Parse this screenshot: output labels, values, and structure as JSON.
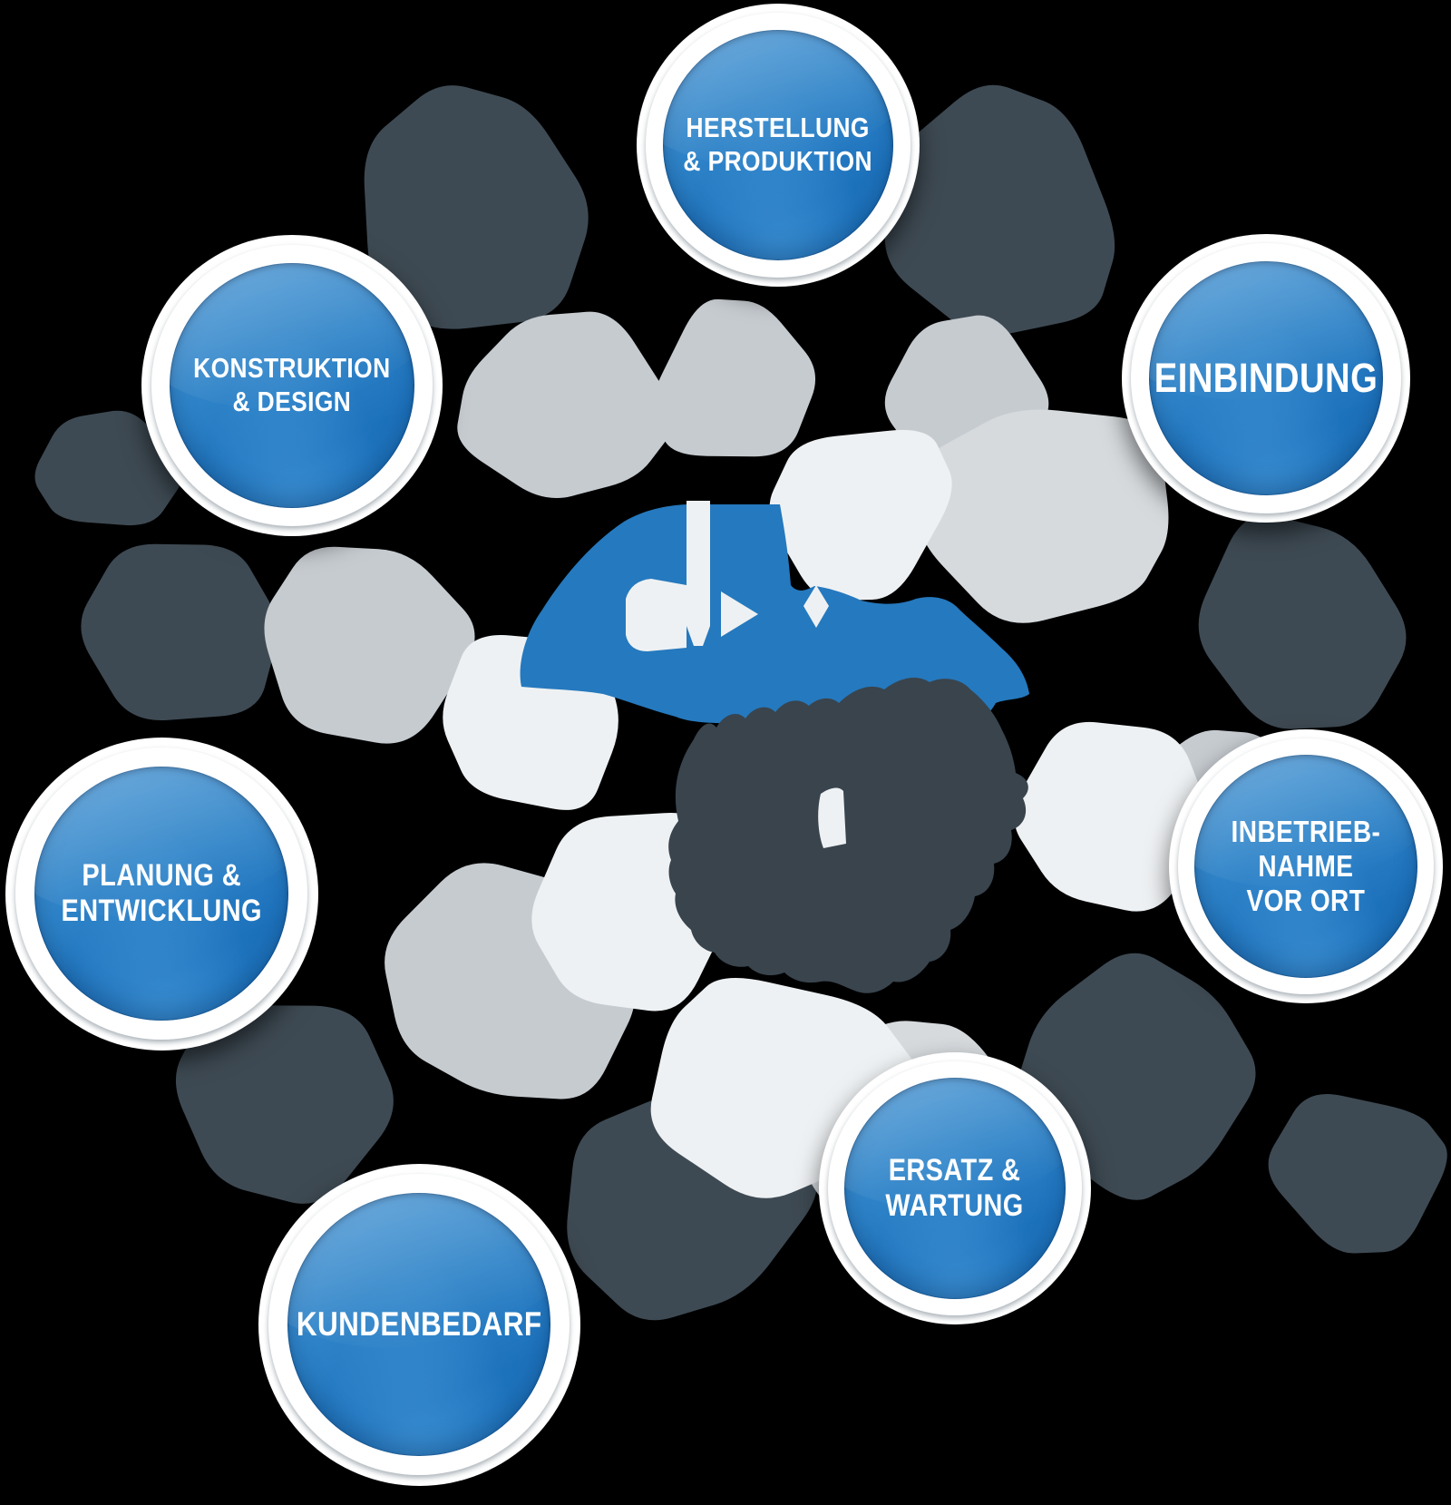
{
  "background_color": "#000000",
  "colors": {
    "button_blue": "#2277c0",
    "button_blue_light": "#4e9ad6",
    "button_blue_dark": "#1d72bc",
    "ring_white": "#ffffff",
    "label_white": "#ffffff",
    "chunk_dark_slate": "#3e4a53",
    "chunk_medium_gray": "#c6cbd0",
    "chunk_light_gray": "#d6dadd",
    "chunk_near_white": "#eef1f3",
    "center_machine_blue": "#2579be",
    "center_gear_dark": "#39444d"
  },
  "diagram": {
    "kind": "process-cycle",
    "center_icons": [
      "machine-icon",
      "gear-icon"
    ]
  },
  "buttons": [
    {
      "id": "herstellung-produktion",
      "label": "HERSTELLUNG & PRODUKTION",
      "lines": [
        "HERSTELLUNG",
        "& PRODUKTION"
      ]
    },
    {
      "id": "einbindung",
      "label": "EINBINDUNG",
      "lines": [
        "EINBINDUNG"
      ]
    },
    {
      "id": "inbetriebnahme-vor-ort",
      "label": "INBETRIEB-NAHME VOR ORT",
      "lines": [
        "INBETRIEB-",
        "NAHME",
        "VOR ORT"
      ]
    },
    {
      "id": "ersatz-wartung",
      "label": "ERSATZ & WARTUNG",
      "lines": [
        "ERSATZ &",
        "WARTUNG"
      ]
    },
    {
      "id": "kundenbedarf",
      "label": "KUNDENBEDARF",
      "lines": [
        "KUNDENBEDARF"
      ]
    },
    {
      "id": "planung-entwicklung",
      "label": "PLANUNG & ENTWICKLUNG",
      "lines": [
        "PLANUNG &",
        "ENTWICKLUNG"
      ]
    },
    {
      "id": "konstruktion-design",
      "label": "KONSTRUKTION & DESIGN",
      "lines": [
        "KONSTRUKTION",
        "& DESIGN"
      ]
    }
  ]
}
